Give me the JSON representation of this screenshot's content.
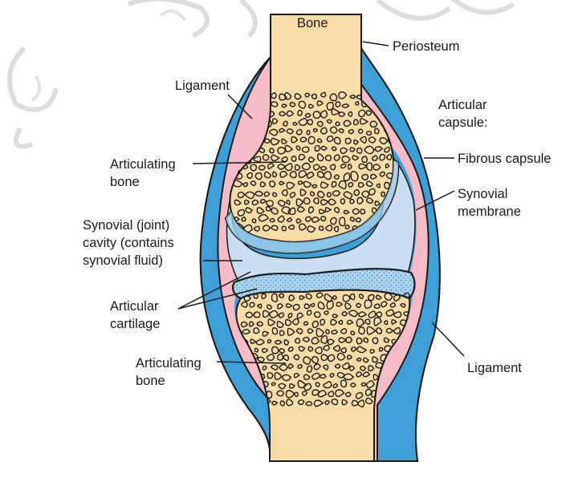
{
  "labels": {
    "bone": "Bone",
    "periosteum": "Periosteum",
    "ligament_top": "Ligament",
    "articular_capsule_1": "Articular",
    "articular_capsule_2": "capsule:",
    "articulating_bone_upper_1": "Articulating",
    "articulating_bone_upper_2": "bone",
    "fibrous_capsule": "Fibrous capsule",
    "synovial_membrane_1": "Synovial",
    "synovial_membrane_2": "membrane",
    "synovial_cavity_1": "Synovial (joint)",
    "synovial_cavity_2": "cavity (contains",
    "synovial_cavity_3": "synovial fluid)",
    "articular_cartilage_1": "Articular",
    "articular_cartilage_2": "cartilage",
    "articulating_bone_lower_1": "Articulating",
    "articulating_bone_lower_2": "bone",
    "ligament_bottom": "Ligament"
  },
  "colors": {
    "bone": "#f7dca8",
    "ligament": "#f5bcc8",
    "synovial_membrane": "#3fa0d8",
    "synovial_fluid": "#c9def0",
    "cartilage": "#a9d3ef",
    "outline": "#1a1a1a",
    "watermark": "#d8d8d8"
  }
}
